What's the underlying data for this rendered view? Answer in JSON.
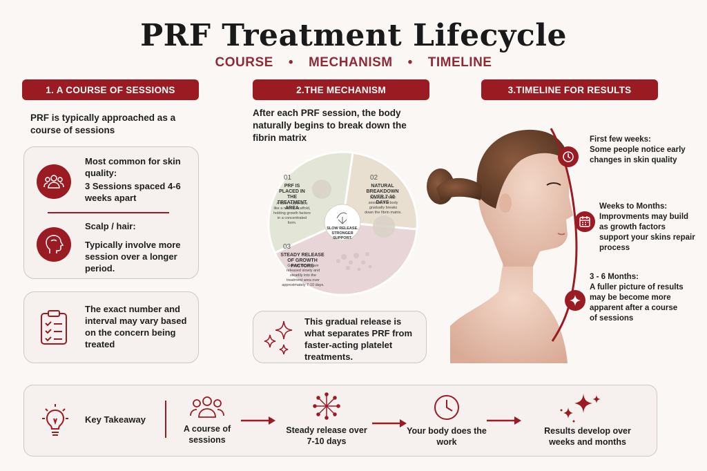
{
  "title": "PRF Treatment Lifecycle",
  "subtitle": [
    "COURSE",
    "MECHANISM",
    "TIMELINE"
  ],
  "subtitle_separator": "•",
  "colors": {
    "accent": "#9b1b22",
    "subtitle": "#8e2b36",
    "background": "#faf7f4",
    "card": "#f6f0ee"
  },
  "col1": {
    "header": "1. A COURSE OF SESSIONS",
    "intro": "PRF is typically approached as a course of sessions",
    "card1": {
      "skin_title": "Most common for skin quality:",
      "skin_detail": "3 Sessions spaced 4-6 weeks apart",
      "scalp_title": "Scalp / hair:",
      "scalp_detail": "Typically involve more session over a longer period.",
      "icons": [
        "group-icon",
        "head-profile-icon"
      ]
    },
    "card2": {
      "text": "The exact number and interval may vary based on the concern being treated",
      "icon": "clipboard-checklist-icon"
    }
  },
  "col2": {
    "header": "2.THE MECHANISM",
    "intro": "After each PRF session, the body naturally begins to break down the fibrin matrix",
    "diagram": {
      "center": "SLOW RELEASE. STRONGER SUPPORT.",
      "segments": [
        {
          "num": "01",
          "title": "PRF IS PLACED IN THE TREATMENT AREA",
          "body": "A fibrin matrix acts like a natural scaffold, holding growth factors in a concentrated form."
        },
        {
          "num": "02",
          "title": "NATURAL BREAKDOWN OVER 7-10 DAYS",
          "body": "After each PRF session, the body gradually breaks down the fibrin matrix."
        },
        {
          "num": "03",
          "title": "STEADY RELEASE OF GROWTH FACTORS",
          "body": "Growth factors are released slowly and steadily into the treatment area over approximately 7-10 days."
        }
      ]
    },
    "callout": {
      "text": "This gradual release is what separates PRF from faster-acting platelet treatments.",
      "icon": "sparkles-icon"
    }
  },
  "col3": {
    "header": "3.TIMELINE FOR RESULTS",
    "items": [
      {
        "title": "First few weeks:",
        "body": "Some people notice early changes in skin quality",
        "icon": "clock-icon"
      },
      {
        "title": "Weeks to Months:",
        "body": "Improvments may build as growth factors support your skins repair process",
        "icon": "calendar-icon"
      },
      {
        "title": "3 - 6 Months:",
        "body": "A fuller picture of results may be become more apparent after a course of sessions",
        "icon": "sparkle-icon"
      }
    ]
  },
  "takeaway": {
    "label": "Key Takeaway",
    "steps": [
      {
        "text": "A course of sessions",
        "icon": "group-icon"
      },
      {
        "text": "Steady release over 7-10 days",
        "icon": "burst-icon"
      },
      {
        "text": "Your body does the work",
        "icon": "clock-icon"
      },
      {
        "text": "Results develop over weeks and months",
        "icon": "sparkles-icon"
      }
    ]
  }
}
